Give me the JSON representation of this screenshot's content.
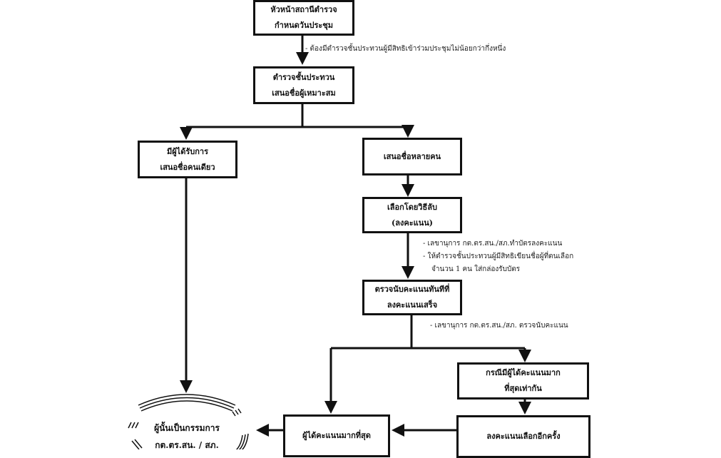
{
  "nodes": {
    "start": {
      "line1": "หัวหน้าสถานีตำรวจ",
      "line2": "กำหนดวันประชุม"
    },
    "nominate": {
      "line1": "ตำรวจชั้นประทวน",
      "line2": "เสนอชื่อผู้เหมาะสม"
    },
    "single": {
      "line1": "มีผู้ได้รับการ",
      "line2": "เสนอชื่อคนเดียว"
    },
    "multiple": {
      "line1": "เสนอชื่อหลายคน"
    },
    "secret_ballot": {
      "line1": "เลือกโดยวิธีลับ",
      "line2": "(ลงคะแนน)"
    },
    "count": {
      "line1": "ตรวจนับคะแนนทันทีที่",
      "line2": "ลงคะแนนเสร็จ"
    },
    "tie": {
      "line1": "กรณีมีผู้ได้คะแนนมาก",
      "line2": "ที่สุดเท่ากัน"
    },
    "revote": {
      "line1": "ลงคะแนนเลือกอีกครั้ง"
    },
    "highest": {
      "line1": "ผู้ได้คะแนนมากที่สุด"
    },
    "result": {
      "line1": "ผู้นั้นเป็นกรรมการ",
      "line2": "กต.ตร.สน. / สภ."
    }
  },
  "notes": {
    "quorum": "- ต้องมีตำรวจชั้นประทวนผู้มีสิทธิเข้าร่วมประชุมไม่น้อยกว่ากึ่งหนึ่ง",
    "ballot_1": "-  เลขานุการ กต.ตร.สน./สภ.ทำบัตรลงคะแนน",
    "ballot_2": "- ให้ตำรวจชั้นประทวนผู้มีสิทธิเขียนชื่อผู้ที่ตนเลือก",
    "ballot_3": "จำนวน 1 คน ใส่กล่องรับบัตร",
    "count_note": "- เลขานุการ กต.ตร.สน./สภ. ตรวจนับคะแนน"
  }
}
